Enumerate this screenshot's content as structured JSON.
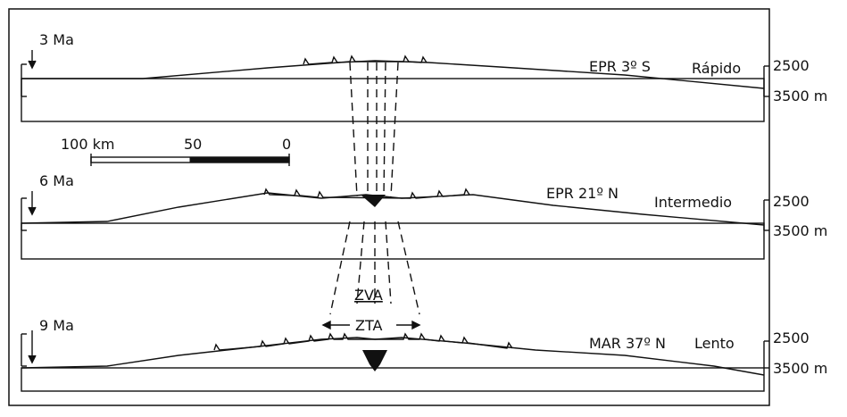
{
  "panels": [
    {
      "age": "3 Ma",
      "ridge": "EPR 3º S",
      "rate": "Rápido",
      "depth_top": "2500",
      "depth_bottom": "3500 m"
    },
    {
      "age": "6 Ma",
      "ridge": "EPR 21º N",
      "rate": "Intermedio",
      "depth_top": "2500",
      "depth_bottom": "3500 m"
    },
    {
      "age": "9 Ma",
      "ridge": "MAR 37º N",
      "rate": "Lento",
      "depth_top": "2500",
      "depth_bottom": "3500 m"
    }
  ],
  "scale_bar": {
    "labels": [
      "100 km",
      "50",
      "0"
    ]
  },
  "zones": {
    "zva": "ZVA",
    "zta": "ZTA"
  },
  "colors": {
    "ink": "#111111",
    "background": "#ffffff"
  }
}
